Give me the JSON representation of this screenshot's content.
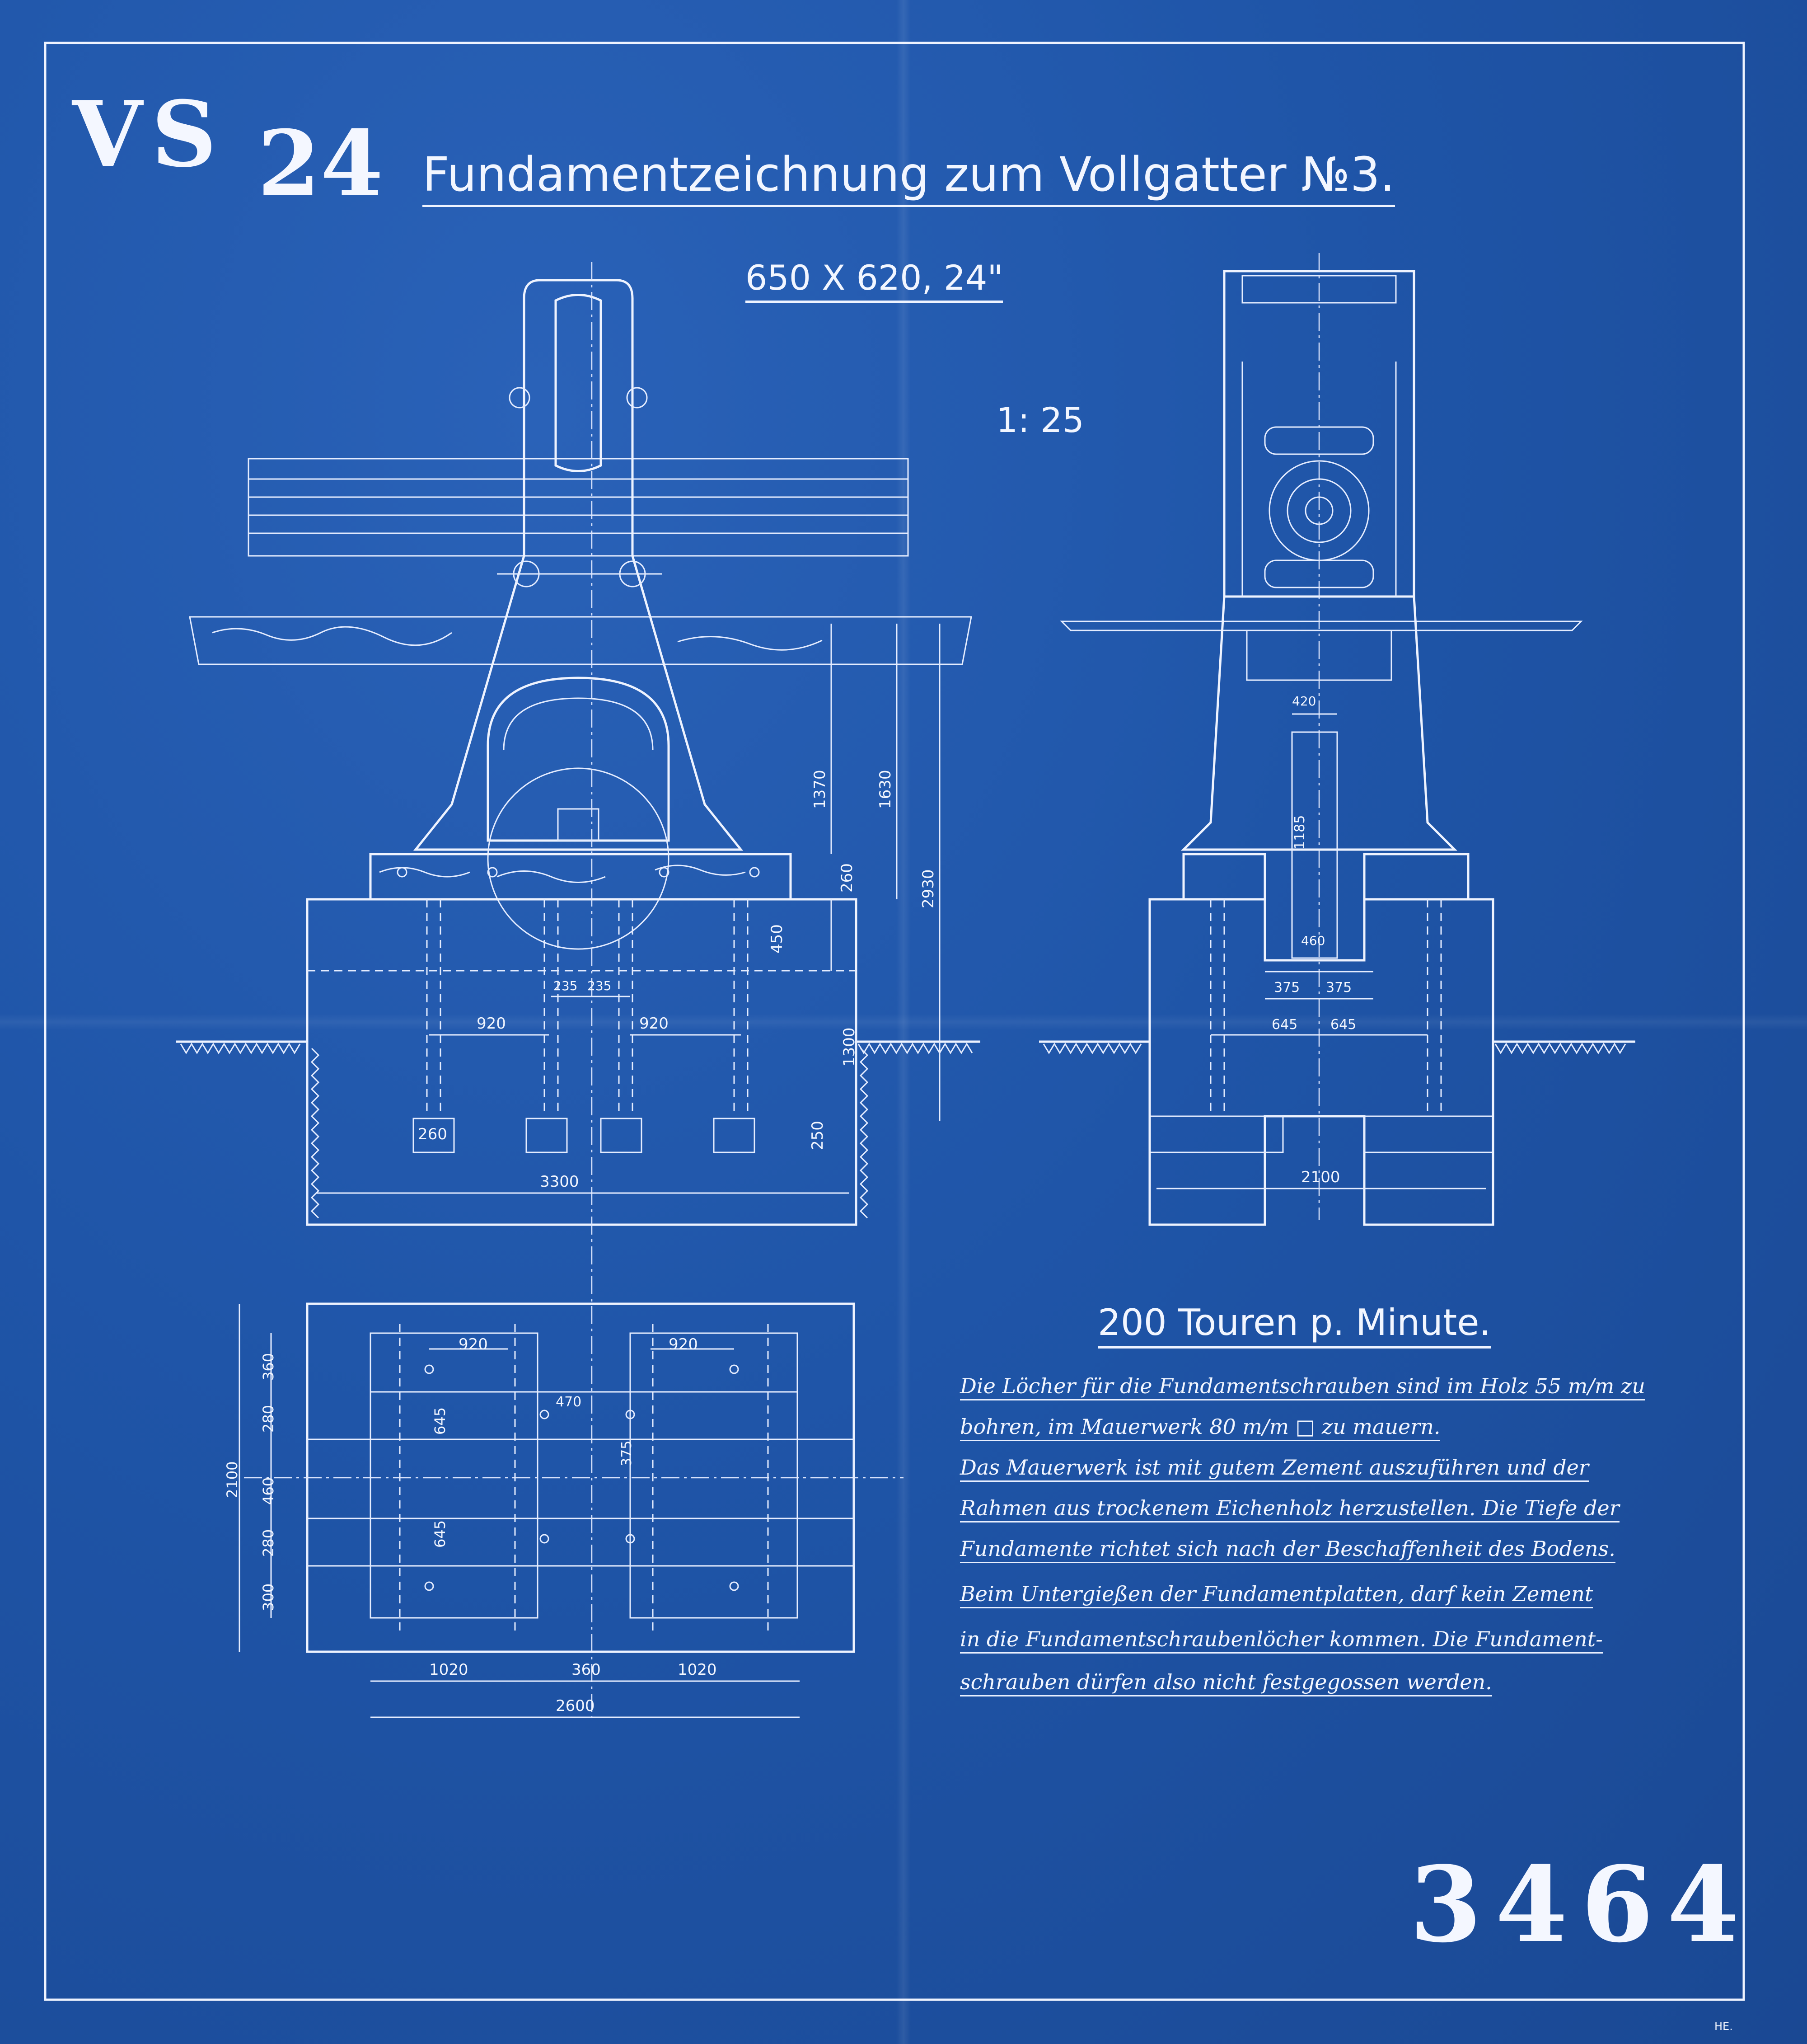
{
  "stamp": {
    "series": "VS",
    "number": "24"
  },
  "title": "Fundamentzeichnung zum Vollgatter №3.",
  "subtitle": "650 X 620,   24\"",
  "scale": "1: 25",
  "speed": "200 Touren p. Minute.",
  "notes": [
    "Die Löcher für die Fundamentschrauben sind im Holz 55 m/m zu",
    "bohren, im Mauerwerk 80 m/m □ zu mauern.",
    "Das Mauerwerk ist mit gutem Zement auszuführen und der",
    "Rahmen aus trockenem Eichenholz herzustellen. Die Tiefe der",
    "Fundamente richtet sich nach der Beschaffenheit des Bodens.",
    "Beim Untergießen der Fundamentplatten, darf kein Zement",
    "in die Fundamentschraubenlöcher kommen. Die Fundament-",
    "schrauben dürfen also nicht festgegossen werden."
  ],
  "sheet_number": "3464",
  "initials": "HE.",
  "dims": {
    "front": {
      "d1370": "1370",
      "d1630": "1630",
      "d2930": "2930",
      "d260": "260",
      "d450": "450",
      "d1300": "1300",
      "d250": "250",
      "d920a": "920",
      "d920b": "920",
      "d235a": "235",
      "d235b": "235",
      "d3300": "3300",
      "d260b": "260"
    },
    "side": {
      "d420": "420",
      "d1185": "1185",
      "d460": "460",
      "d375a": "375",
      "d375b": "375",
      "d645a": "645",
      "d645b": "645",
      "d2100": "2100"
    },
    "plan": {
      "d920a": "920",
      "d920b": "920",
      "d470": "470",
      "d375": "375",
      "d645a": "645",
      "d645b": "645",
      "d360a": "360",
      "d280a": "280",
      "d460": "460",
      "d280b": "280",
      "d300": "300",
      "d2100": "2100",
      "d1020a": "1020",
      "d360b": "360",
      "d1020b": "1020",
      "d2600": "2600"
    }
  }
}
